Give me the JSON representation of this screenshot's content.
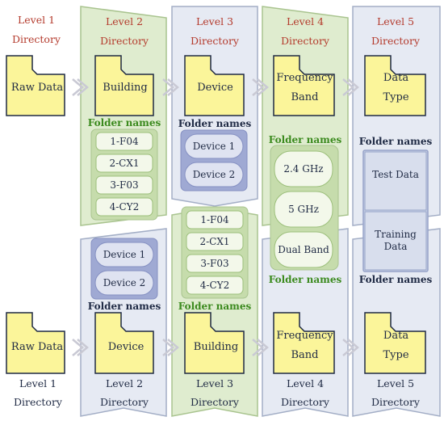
{
  "top_flow": {
    "levels": [
      {
        "line1": "Level 1",
        "line2": "Directory",
        "folder": "Raw Data"
      },
      {
        "line1": "Level 2",
        "line2": "Directory",
        "folder": "Building"
      },
      {
        "line1": "Level 3",
        "line2": "Directory",
        "folder": "Device"
      },
      {
        "line1": "Level 4",
        "line2": "Directory",
        "folder_l1": "Frequency",
        "folder_l2": "Band"
      },
      {
        "line1": "Level 5",
        "line2": "Directory",
        "folder_l1": "Data",
        "folder_l2": "Type"
      }
    ],
    "groups": {
      "building": {
        "caption": "Folder names",
        "items": [
          "1-F04",
          "2-CX1",
          "3-F03",
          "4-CY2"
        ]
      },
      "device": {
        "caption": "Folder names",
        "items": [
          "Device 1",
          "Device 2"
        ]
      },
      "band": {
        "caption": "Folder names",
        "items": [
          "2.4 GHz",
          "5 GHz",
          "Dual Band"
        ]
      },
      "type": {
        "caption": "Folder names",
        "items": [
          "Test Data",
          "Training Data"
        ]
      }
    }
  },
  "bottom_flow": {
    "levels": [
      {
        "line1": "Level 1",
        "line2": "Directory",
        "folder": "Raw Data"
      },
      {
        "line1": "Level 2",
        "line2": "Directory",
        "folder": "Device"
      },
      {
        "line1": "Level 3",
        "line2": "Directory",
        "folder": "Building"
      },
      {
        "line1": "Level 4",
        "line2": "Directory",
        "folder_l1": "Frequency",
        "folder_l2": "Band"
      },
      {
        "line1": "Level 5",
        "line2": "Directory",
        "folder_l1": "Data",
        "folder_l2": "Type"
      }
    ],
    "groups": {
      "device": {
        "caption": "Folder names",
        "items": [
          "Device 1",
          "Device 2"
        ]
      },
      "building": {
        "caption": "Folder names",
        "items": [
          "1-F04",
          "2-CX1",
          "3-F03",
          "4-CY2"
        ]
      },
      "band": {
        "caption": "Folder names"
      },
      "type": {
        "caption": "Folder names"
      }
    }
  },
  "colors": {
    "green_fill": "#dfeccf",
    "green_edge": "#a9c48f",
    "blue_fill": "#e6eaf3",
    "blue_edge": "#a3aec6",
    "folder_fill": "#fbf59a",
    "folder_edge": "#1f2a44",
    "red_text": "#b43a2c",
    "green_text": "#3b8a1e"
  }
}
